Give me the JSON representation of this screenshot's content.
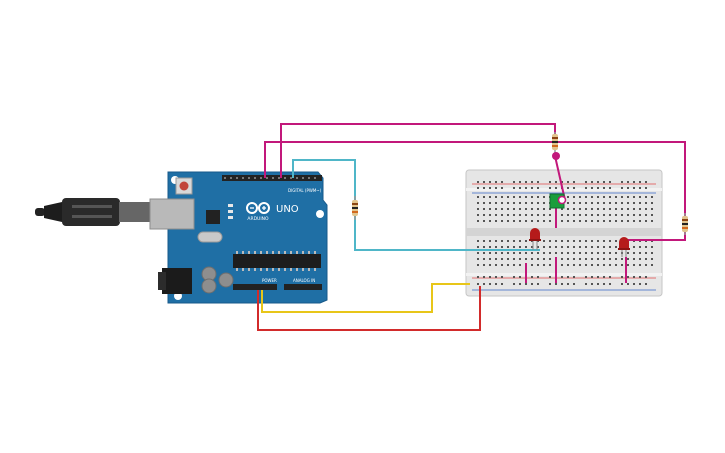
{
  "arduino": {
    "model": "UNO",
    "brand": "ARDUINO",
    "digital_header": "DIGITAL (PWM~)",
    "power_header": "POWER",
    "analog_header": "ANALOG IN",
    "board_color": "#1f6fa5",
    "header_color": "#222222"
  },
  "components": {
    "leds": [
      {
        "color": "red",
        "hex": "#b51b1b"
      },
      {
        "color": "red",
        "hex": "#b51b1b"
      }
    ],
    "button_color": "#1a9d3b",
    "resistor_count": 3
  },
  "wires": [
    {
      "name": "magenta-top",
      "hex": "#c2187b"
    },
    {
      "name": "magenta-long",
      "hex": "#c2187b"
    },
    {
      "name": "teal",
      "hex": "#4fb6c8"
    },
    {
      "name": "yellow",
      "hex": "#e8c619"
    },
    {
      "name": "red",
      "hex": "#d22b2b"
    }
  ],
  "colors": {
    "breadboard": "#e8e8e8",
    "rail_red": "#d33",
    "rail_blue": "#3565c5"
  }
}
